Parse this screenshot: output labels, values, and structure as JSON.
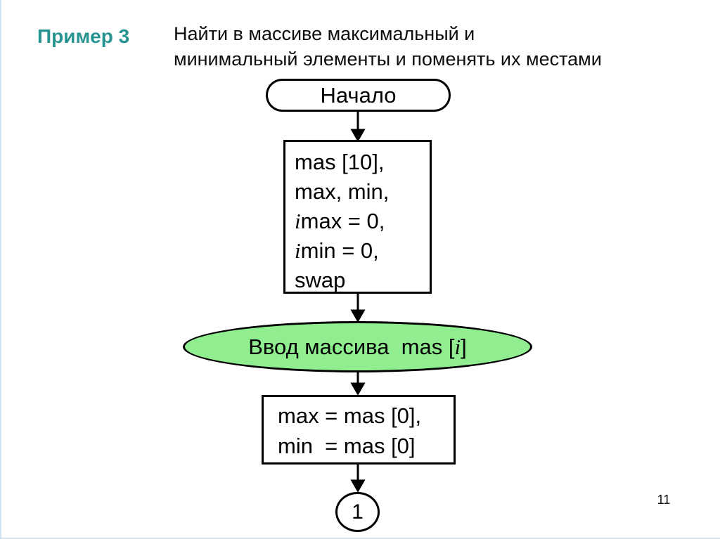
{
  "slide": {
    "page_number": "11",
    "colors": {
      "accent": "#289491",
      "node_fill_green": "#90EE90",
      "outline": "#000000"
    }
  },
  "header": {
    "example_label": "Пример 3",
    "task_line1": "Найти в массиве максимальный и",
    "task_line2": "минимальный элементы и поменять их местами"
  },
  "flowchart": {
    "start_terminal": {
      "label": "Начало"
    },
    "declaration_block": {
      "line1": "mas [10],",
      "line2": "max, min,",
      "line3_var": "i",
      "line3_rest": "max = 0,",
      "line4_var": "i",
      "line4_rest": "min = 0,",
      "line5": "swap"
    },
    "input_block": {
      "prefix": "Ввод массива  mas [",
      "var": "i",
      "suffix": "]"
    },
    "assignment_block": {
      "line1": "max = mas [0],",
      "line2": "min  = mas [0]"
    },
    "connector": {
      "label": "1"
    }
  }
}
